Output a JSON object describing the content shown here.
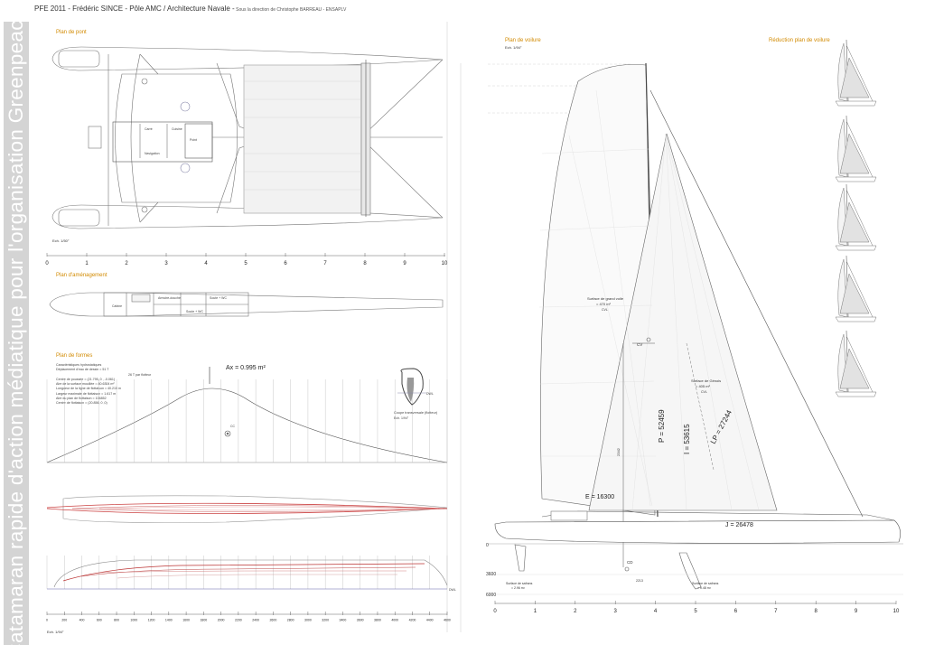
{
  "header": {
    "main": "PFE  2011 - Frédéric SINCE -  Pôle AMC / Architecture Navale -",
    "sub": " Sous la direction de Christophe BARREAU - ENSAPLV"
  },
  "side_title": "Catamaran rapide d'action médiatique pour l'organisation Greenpeace",
  "deck_plan": {
    "title": "Plan de pont",
    "scale": "Ech. 1/50°",
    "labels": {
      "carre": "Carré",
      "cuisine": "Cuisine",
      "nav": "Navigation",
      "pointlevage": "Point"
    }
  },
  "layout_plan": {
    "title": "Plan d'aménagement",
    "labels": {
      "armoire": "Armoire-douche",
      "cabine": "Cabine",
      "soute1": "Soute + WC",
      "soute2": "Soute + WC"
    }
  },
  "lines_plan": {
    "title": "Plan de formes",
    "ax": "Ax = 0.995 m²",
    "cc": "CC",
    "hydro": [
      "Caractéristiques hydrostatiques",
      "Déplacement d'eau de dessin = 51 T",
      "26 T par flotteur",
      "Centre de poussée = (21.795, 0 , -0.061)",
      "Aire de la surface mouillée = 80.6304 m²",
      "Longueur de la ligne de flottaison = 40.215 m",
      "Largeur maximale de flottaison = 1.617 m",
      "Aire du plan de flottaison = 104852",
      "Centre de flottaison = (20.856, 0 ,0)"
    ],
    "section_title": "Coupe transversale (flotteur)",
    "section_scale": "Ech. 1/94°",
    "dwl": "DWL",
    "axis_labels": [
      "0",
      "200",
      "400",
      "600",
      "800",
      "1000",
      "1200",
      "1400",
      "1600",
      "1800",
      "2000",
      "2200",
      "2400",
      "2600",
      "2800",
      "3000",
      "3200",
      "3400",
      "3600",
      "3800",
      "4000",
      "4200",
      "4400",
      "4600"
    ],
    "scale": "Ech. 1/94°"
  },
  "deck_axis": [
    "0",
    "1",
    "2",
    "3",
    "4",
    "5",
    "6",
    "7",
    "8",
    "9",
    "10"
  ],
  "sail_plan": {
    "title": "Plan de voilure",
    "scale": "Ech. 1/94°",
    "reduction": "Réduction plan de voilure",
    "mainsail_area": "Surface de grand voile",
    "mainsail_val": "= 470 m²",
    "cvl": "CVL",
    "genoa_area": "Surface de Génois",
    "genoa_val": "= 405 m²",
    "cvl2": "CVL",
    "cv": "CV",
    "cd": "CD",
    "p": "P = 52459",
    "i": "I = 53615",
    "lp": "LP = 27244",
    "e": "E = 16300",
    "j": "J = 26478",
    "hdim": "2342",
    "ddim": "2213",
    "foil1": "Surface de safrans",
    "foil1v": "= 2.96 m²",
    "foil2": "Surface de safrans",
    "foil2v": "= 0.48 m²",
    "depth0": "0",
    "depth1": "3600",
    "depth2": "6000",
    "axis": [
      "0",
      "1",
      "2",
      "3",
      "4",
      "5",
      "6",
      "7",
      "8",
      "9",
      "10"
    ]
  }
}
